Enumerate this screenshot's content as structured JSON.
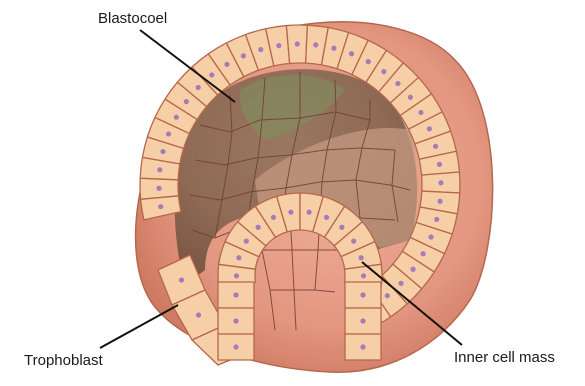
{
  "labels": {
    "blastocoel": "Blastocoel",
    "trophoblast": "Trophoblast",
    "inner_cell_mass": "Inner cell mass"
  },
  "colors": {
    "background": "#ffffff",
    "outer_surface": "#e39680",
    "outer_surface_dark": "#cf7a63",
    "cell_fill": "#f7cfa6",
    "cell_stroke": "#b5674e",
    "nucleus": "#a77ab8",
    "cavity": "#8f6a55",
    "cavity_light": "#c49a80",
    "cavity_highlight": "#7e8f5e",
    "cavity_cell_line": "#6f3f33",
    "leader_line": "#111111"
  },
  "icons": [
    "blastocyst-illustration"
  ]
}
